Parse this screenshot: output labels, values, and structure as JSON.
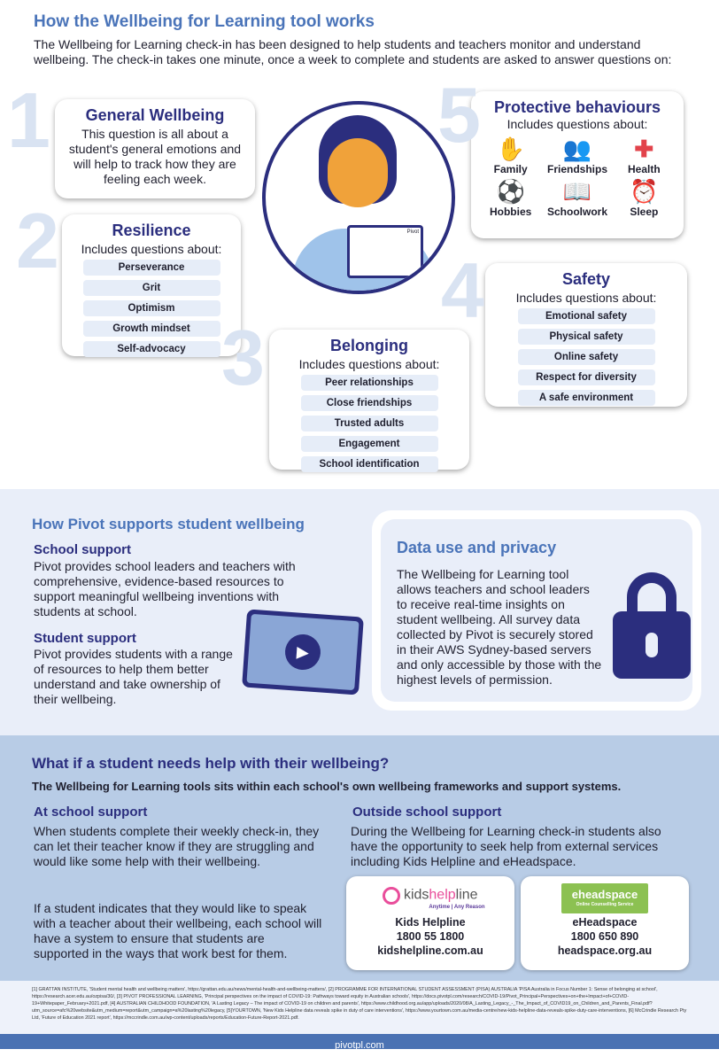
{
  "title": "How the Wellbeing for Learning tool works",
  "intro": "The Wellbeing for Learning check-in has been designed to help students and teachers monitor and understand wellbeing. The check-in takes one minute, once a week to complete and students are asked to answer questions on:",
  "cards": {
    "general": {
      "num": "1",
      "title": "General Wellbeing",
      "text": "This question is all about a student's general emotions and will help to track how they are feeling each week."
    },
    "resilience": {
      "num": "2",
      "title": "Resilience",
      "sub": "Includes questions about:",
      "items": [
        "Perseverance",
        "Grit",
        "Optimism",
        "Growth mindset",
        "Self-advocacy"
      ]
    },
    "belonging": {
      "num": "3",
      "title": "Belonging",
      "sub": "Includes questions about:",
      "items": [
        "Peer relationships",
        "Close friendships",
        "Trusted adults",
        "Engagement",
        "School identification"
      ]
    },
    "safety": {
      "num": "4",
      "title": "Safety",
      "sub": "Includes questions about:",
      "items": [
        "Emotional safety",
        "Physical safety",
        "Online safety",
        "Respect for diversity",
        "A safe environment"
      ]
    },
    "protective": {
      "num": "5",
      "title": "Protective behaviours",
      "sub": "Includes questions about:",
      "items": [
        "Family",
        "Friendships",
        "Health",
        "Hobbies",
        "Schoolwork",
        "Sleep"
      ]
    }
  },
  "tablet_brand": "Pivot",
  "support": {
    "title": "How Pivot supports student wellbeing",
    "school_title": "School support",
    "school_text": "Pivot provides school leaders and teachers with comprehensive, evidence-based resources to support meaningful wellbeing inventions with students at school.",
    "student_title": "Student support",
    "student_text": "Pivot provides students with a range of resources to help them better understand and take ownership of their wellbeing."
  },
  "privacy": {
    "title": "Data use and privacy",
    "text": "The Wellbeing for Learning tool allows teachers and school leaders to receive real-time insights on student wellbeing. All survey data collected by Pivot is securely stored in their AWS Sydney-based servers and only accessible by those with the highest levels of permission."
  },
  "help": {
    "title": "What if a student needs help with their wellbeing?",
    "lead": "The Wellbeing for Learning tools sits within each school's own wellbeing frameworks and support systems.",
    "at_title": "At school support",
    "at_text1": "When students complete their weekly check-in, they can let their teacher know if they are struggling and would like some help with their wellbeing.",
    "at_text2": "If a student indicates that they would like to speak with a teacher about their wellbeing, each school will have a system to ensure that students are supported in the ways that work best for them.",
    "out_title": "Outside school support",
    "out_text": "During the Wellbeing for Learning check-in students also have the opportunity to seek help from external services including Kids Helpline and eHeadspace.",
    "services": [
      {
        "logo": "kidshelpline",
        "tagline": "Anytime | Any Reason",
        "name": "Kids Helpline",
        "phone": "1800 55 1800",
        "url": "kidshelpline.com.au"
      },
      {
        "logo": "eheadspace",
        "tagline": "Online Counselling Service",
        "name": "eHeadspace",
        "phone": "1800 650 890",
        "url": "headspace.org.au"
      }
    ]
  },
  "footnotes": "[1] GRATTAN INSTITUTE, 'Student mental health and wellbeing matters', https://grattan.edu.au/news/mental-health-and-wellbeing-matters/, [2] PROGRAMME FOR INTERNATIONAL STUDENT ASSESSMENT (PISA) AUSTRALIA 'PISA Australia in Focus Number 1: Sense of belonging at school', https://research.acer.edu.au/ozpisa/30/, [3] PIVOT PROFESSIONAL LEARNING, 'Principal perspectives on the impact of COVID-19: Pathways toward equity in Australian schools', https://docs.pivotpl.com/research/COVID-19/Pivot_Principal+Perspectives+on+the+Impact+of+COVID-19+Whitepaper_February+2021.pdf, [4] AUSTRALIAN CHILDHOOD FOUNDATION, 'A Lasting Legacy – The impact of COVID-19 on children and parents', https://www.childhood.org.au/app/uploads/2020/08/A_Lasting_Legacy_-_The_Impact_of_COVID19_on_Children_and_Parents_Final.pdf?utm_source=afc%20website&utm_medium=report&utm_campaign=a%20lasting%20legacy, [5]YOURTOWN, 'New Kids Helpline data reveals spike in duty of care interventions', https://www.yourtown.com.au/media-centre/new-kids-helpline-data-reveals-spike-duty-care-interventions, [6] McCrindle Research Pty Ltd, 'Future of Education 2021 report', https://mccrindle.com.au/wp-content/uploads/reports/Education-Future-Report-2021.pdf.",
  "footer_url": "pivotpl.com"
}
